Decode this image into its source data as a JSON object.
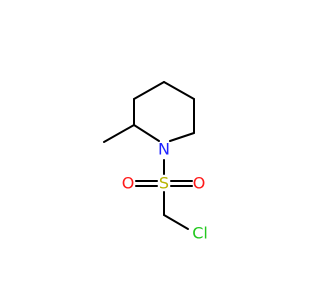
{
  "molecule": {
    "atoms": {
      "nitrogen": "N",
      "sulfur": "S",
      "oxygen_left": "O",
      "oxygen_right": "O",
      "chlorine": "Cl"
    },
    "colors": {
      "nitrogen": "#1f24ff",
      "sulfur": "#b8b400",
      "oxygen": "#ff1a1a",
      "chlorine": "#23c81f",
      "bond": "#000000"
    }
  }
}
